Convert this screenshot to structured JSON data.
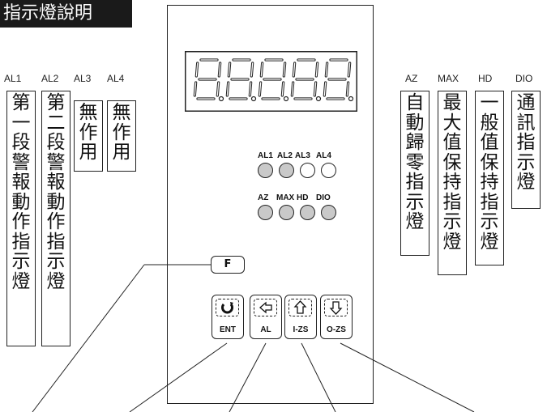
{
  "title": "指示燈說明",
  "left_groups": [
    {
      "label": "AL1",
      "text": "第一段警報動作指示燈"
    },
    {
      "label": "AL2",
      "text": "第二段警報動作指示燈"
    },
    {
      "label": "AL3",
      "text": "無作用"
    },
    {
      "label": "AL4",
      "text": "無作用"
    }
  ],
  "right_groups": [
    {
      "label": "AZ",
      "text": "自動歸零指示燈"
    },
    {
      "label": "MAX",
      "text": "最大值保持指示燈"
    },
    {
      "label": "HD",
      "text": "一般值保持指示燈"
    },
    {
      "label": "DIO",
      "text": "通訊指示燈"
    }
  ],
  "display_digits": 5,
  "leds_row1": [
    {
      "label": "AL1",
      "state": "on"
    },
    {
      "label": "AL2",
      "state": "on"
    },
    {
      "label": "AL3",
      "state": "off"
    },
    {
      "label": "AL4",
      "state": "off"
    }
  ],
  "leds_row2": [
    {
      "label": "AZ",
      "state": "on"
    },
    {
      "label": "MAX",
      "state": "on"
    },
    {
      "label": "HD",
      "state": "on"
    },
    {
      "label": "DIO",
      "state": "on"
    }
  ],
  "keys": {
    "f_key": "F",
    "function_keys": [
      {
        "label": "ENT",
        "icon": "refresh-icon"
      },
      {
        "label": "AL",
        "icon": "arrow-left-icon"
      },
      {
        "label": "I-ZS",
        "icon": "arrow-up-icon"
      },
      {
        "label": "O-ZS",
        "icon": "arrow-down-icon"
      }
    ]
  }
}
